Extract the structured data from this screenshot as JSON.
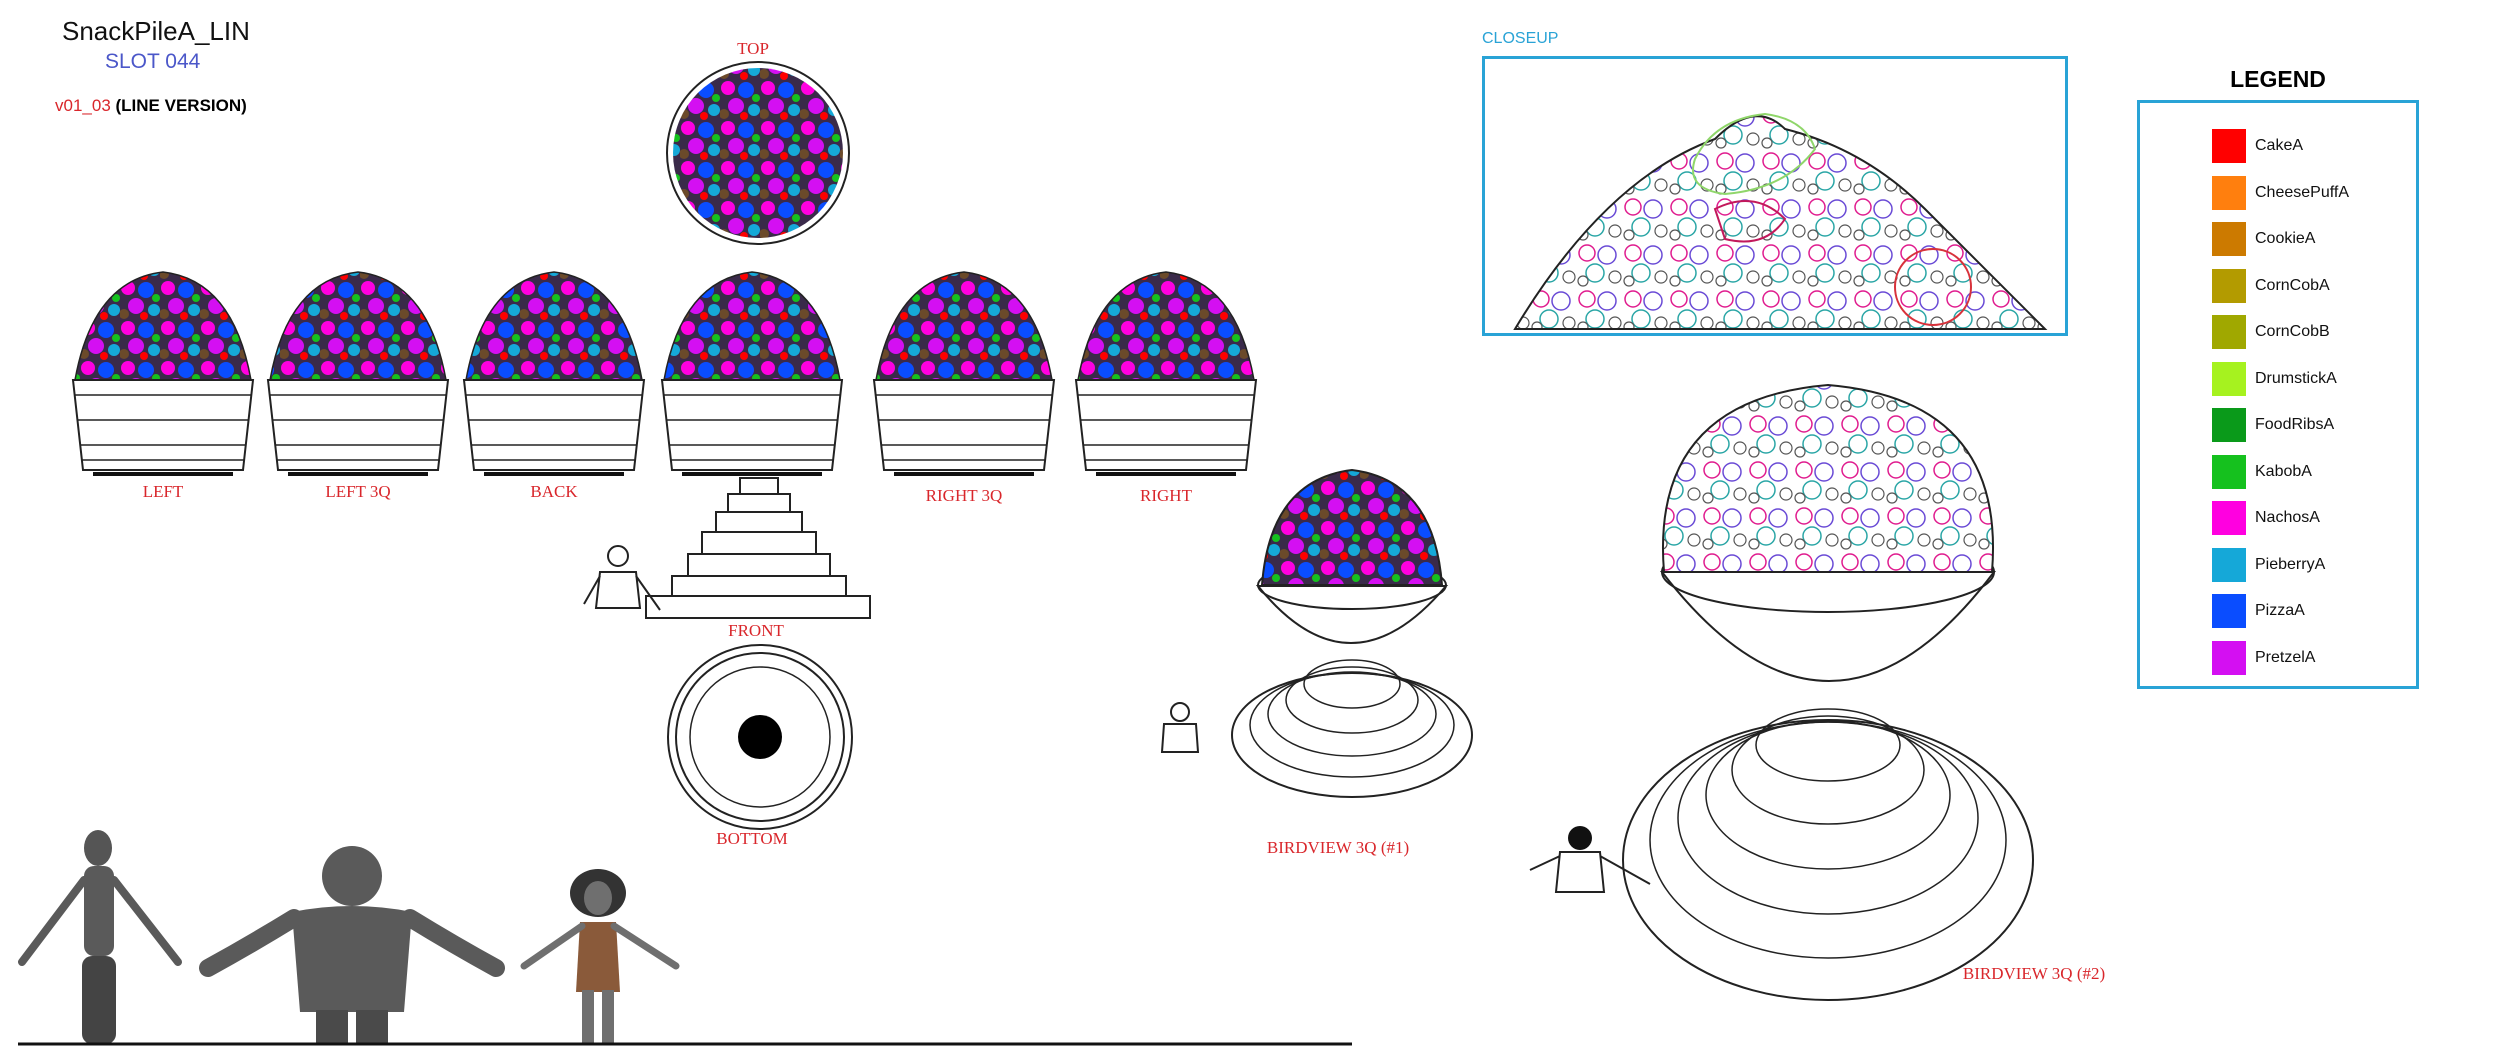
{
  "sheet": {
    "title": "SnackPileA_LIN",
    "slot": "SLOT 044",
    "version": "v01_03",
    "version_suffix": "(LINE VERSION)"
  },
  "views": {
    "top": "TOP",
    "left": "LEFT",
    "left3q": "LEFT 3Q",
    "back": "BACK",
    "right3q": "RIGHT 3Q",
    "right": "RIGHT",
    "front": "FRONT",
    "bottom": "BOTTOM",
    "birdview1": "BIRDVIEW 3Q (#1)",
    "birdview2": "BIRDVIEW 3Q (#2)"
  },
  "closeup": {
    "title": "CLOSEUP"
  },
  "legend": {
    "title": "LEGEND",
    "items": [
      {
        "label": "CakeA",
        "color": "#ff0000"
      },
      {
        "label": "CheesePuffA",
        "color": "#ff7f0e"
      },
      {
        "label": "CookieA",
        "color": "#cc7a00"
      },
      {
        "label": "CornCobA",
        "color": "#b39b00"
      },
      {
        "label": "CornCobB",
        "color": "#a0a800"
      },
      {
        "label": "DrumstickA",
        "color": "#a6f21f"
      },
      {
        "label": "FoodRibsA",
        "color": "#0a9a1a"
      },
      {
        "label": "KabobA",
        "color": "#15c11e"
      },
      {
        "label": "NachosA",
        "color": "#ff00e0"
      },
      {
        "label": "PieberryA",
        "color": "#15a8d8"
      },
      {
        "label": "PizzaA",
        "color": "#0a4dff"
      },
      {
        "label": "PretzelA",
        "color": "#d40ff2"
      }
    ]
  }
}
